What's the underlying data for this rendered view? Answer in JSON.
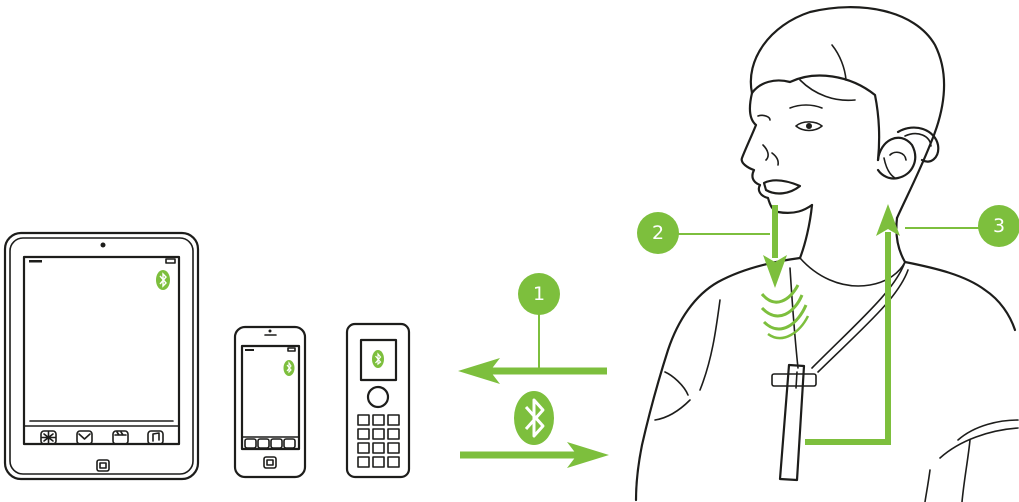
{
  "colors": {
    "accent": "#7dbf3d",
    "outline": "#1d1d1b",
    "background": "#ffffff"
  },
  "steps": [
    {
      "label": "1"
    },
    {
      "label": "2"
    },
    {
      "label": "3"
    }
  ],
  "icons": {
    "wireless": "bluetooth-icon",
    "tablet_apps": [
      "gear-icon",
      "mail-icon",
      "video-icon",
      "music-icon"
    ],
    "phone_apps": [
      "phone-icon",
      "mail-icon",
      "gear-icon",
      "music-icon"
    ]
  }
}
